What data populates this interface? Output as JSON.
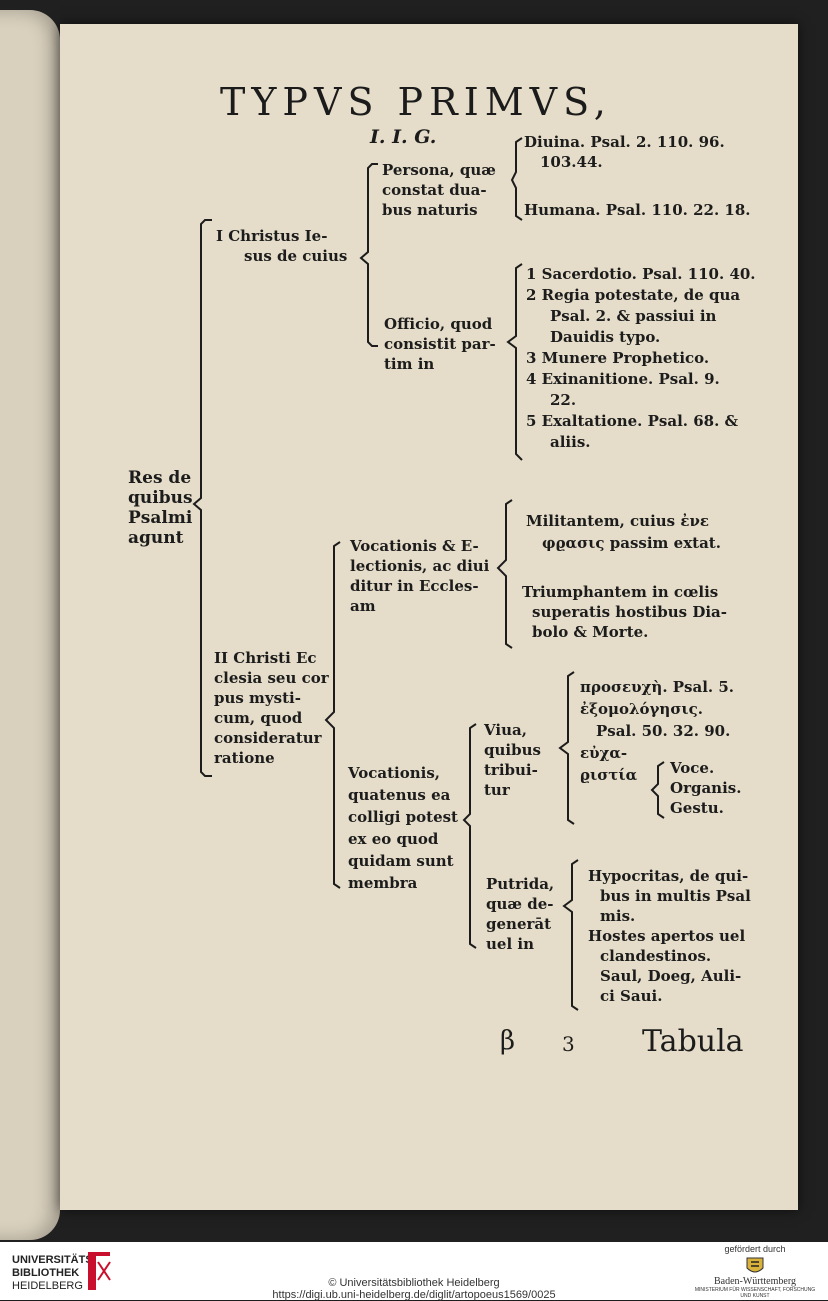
{
  "page": {
    "title": "TYPVS PRIMVS,",
    "subtitle": "I. I. G.",
    "root": [
      "Res de",
      "quibus",
      "Psalmi",
      "agunt"
    ],
    "c1": [
      "I  Christus Ie-",
      "sus de cuius"
    ],
    "persona": [
      "Persona, quæ",
      "constat dua-",
      "bus naturis"
    ],
    "divina": [
      "Diuina. Psal. 2. 110. 96.",
      "103.44."
    ],
    "humana": "Humana. Psal. 110. 22. 18.",
    "officio": [
      "Officio, quod",
      "consistit par-",
      "tim in"
    ],
    "off_items": [
      [
        "1  Sacerdotio. Psal. 110. 40."
      ],
      [
        "2  Regia potestate, de qua",
        "Psal. 2. & passiui in",
        "Dauidis typo."
      ],
      [
        "3  Munere Prophetico."
      ],
      [
        "4  Exinanitione. Psal. 9.",
        "22."
      ],
      [
        "5  Exaltatione. Psal. 68. &",
        "aliis."
      ]
    ],
    "c2": [
      "II Christi Ec",
      "clesia seu cor",
      "pus mysti-",
      "cum, quod",
      "consideratur",
      "ratione"
    ],
    "voc1": [
      "Vocationis & E-",
      "lectionis, ac diui",
      "ditur in Eccles-",
      "am"
    ],
    "militantem": [
      "Militantem, cuius ἐνε",
      "φϱασις passim extat."
    ],
    "triumphantem": [
      "Triumphantem in cœlis",
      "superatis hostibus Dia-",
      "bolo & Morte."
    ],
    "voc2": [
      "Vocationis,",
      "quatenus ea",
      "colligi potest",
      "ex eo quod",
      "quidam sunt",
      "membra"
    ],
    "viua": [
      "Viua,",
      "quibus",
      "tribui-",
      "tur"
    ],
    "viua_items": [
      "προσευχὴ. Psal. 5.",
      "ἐξομολόγησις.",
      "Psal. 50. 32. 90.",
      "εὐχα-",
      "ϱιστία"
    ],
    "modes": [
      "Voce.",
      "Organis.",
      "Gestu."
    ],
    "putrida": [
      "Putrida,",
      "quæ de-",
      "generāt",
      "uel in"
    ],
    "putrida_items": [
      [
        "Hypocritas, de qui-",
        "bus in multis Psal",
        "mis."
      ],
      [
        "Hostes apertos uel",
        "clandestinos."
      ],
      [
        "Saul, Doeg, Auli-",
        "ci Saui."
      ]
    ],
    "sig": "β",
    "sig_num": "3",
    "catchword": "Tabula"
  },
  "footer": {
    "library": [
      "UNIVERSITÄTS-",
      "BIBLIOTHEK",
      "HEIDELBERG"
    ],
    "copyright": "© Universitätsbibliothek Heidelberg",
    "url": "https://digi.ub.uni-heidelberg.de/diglit/artopoeus1569/0025",
    "funded_by": "gefördert durch",
    "state": "Baden-Württemberg",
    "ministry": "MINISTERIUM FÜR WISSENSCHAFT, FORSCHUNG UND KUNST"
  },
  "colors": {
    "paper": "#e5ddc9",
    "ink": "#1c1c1c",
    "logo_red": "#c8102e"
  }
}
